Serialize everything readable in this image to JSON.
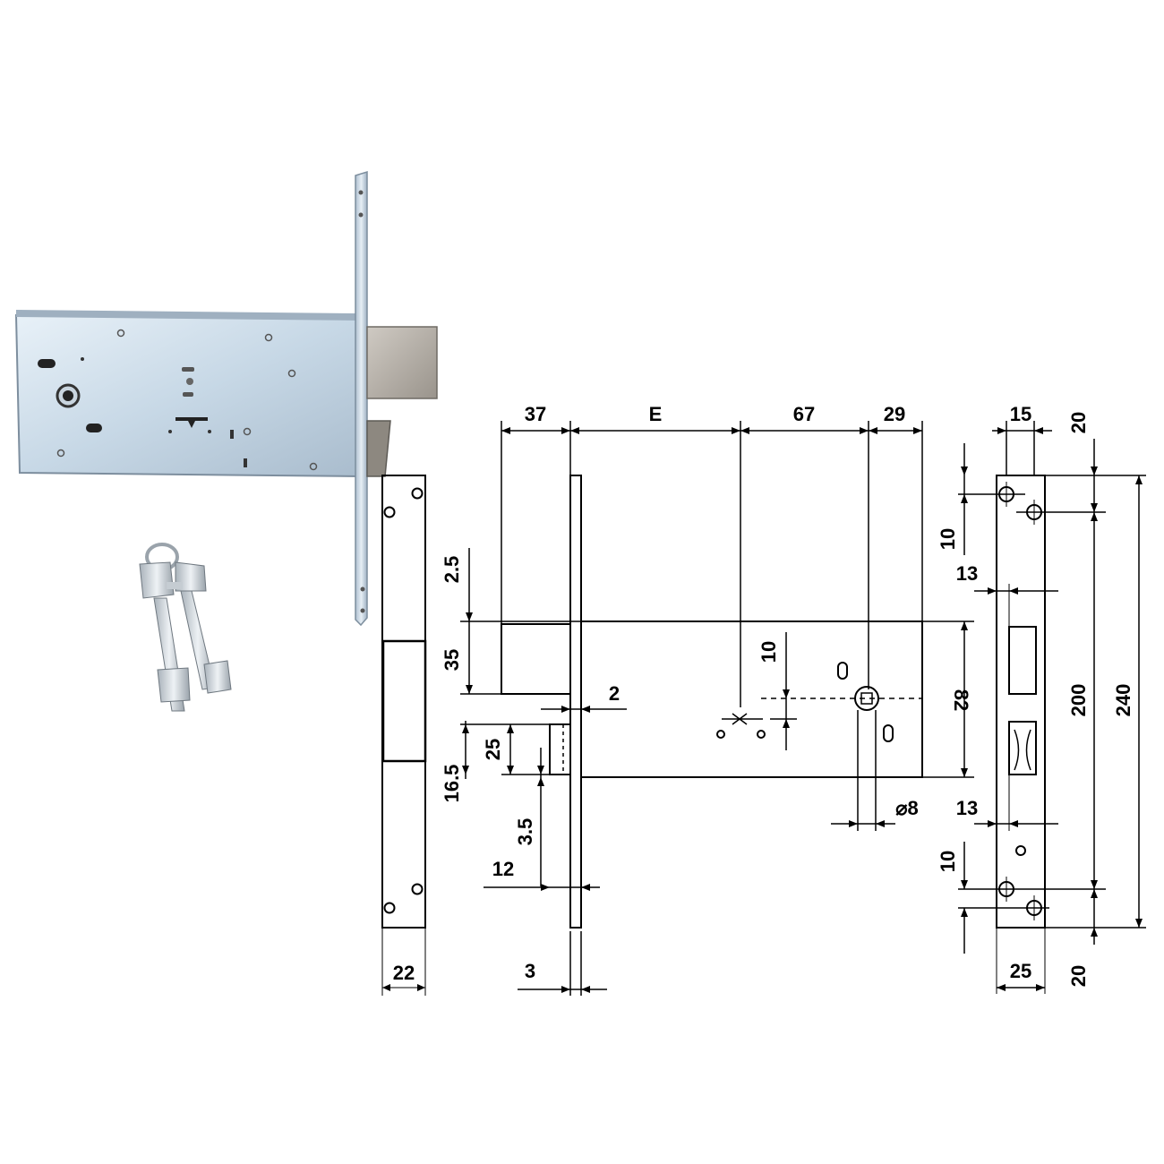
{
  "colors": {
    "line": "#000000",
    "plate_light": "#dfeaf4",
    "plate_mid": "#bccfdf",
    "plate_dark": "#8fa3b5",
    "bolt": "#b9b4ad",
    "background": "#ffffff"
  },
  "icons": {
    "lock_photo": "mortise-lock-photo",
    "keys_photo": "keys-photo"
  },
  "dimensions": {
    "top_37": "37",
    "top_E": "E",
    "top_67": "67",
    "top_29": "29",
    "right_15": "15",
    "right_20_top": "20",
    "right_10_top": "10",
    "right_13_top": "13",
    "right_200": "200",
    "right_240": "240",
    "right_13_bottom": "13",
    "right_10_bottom": "10",
    "right_25": "25",
    "right_20_bottom": "20",
    "left_2_5": "2.5",
    "left_35": "35",
    "left_25": "25",
    "left_16_5": "16.5",
    "left_3_5": "3.5",
    "left_12": "12",
    "left_3": "3",
    "faceplate_22": "22",
    "body_2": "2",
    "body_10": "10",
    "body_82": "82",
    "body_dia8": "⌀8"
  }
}
